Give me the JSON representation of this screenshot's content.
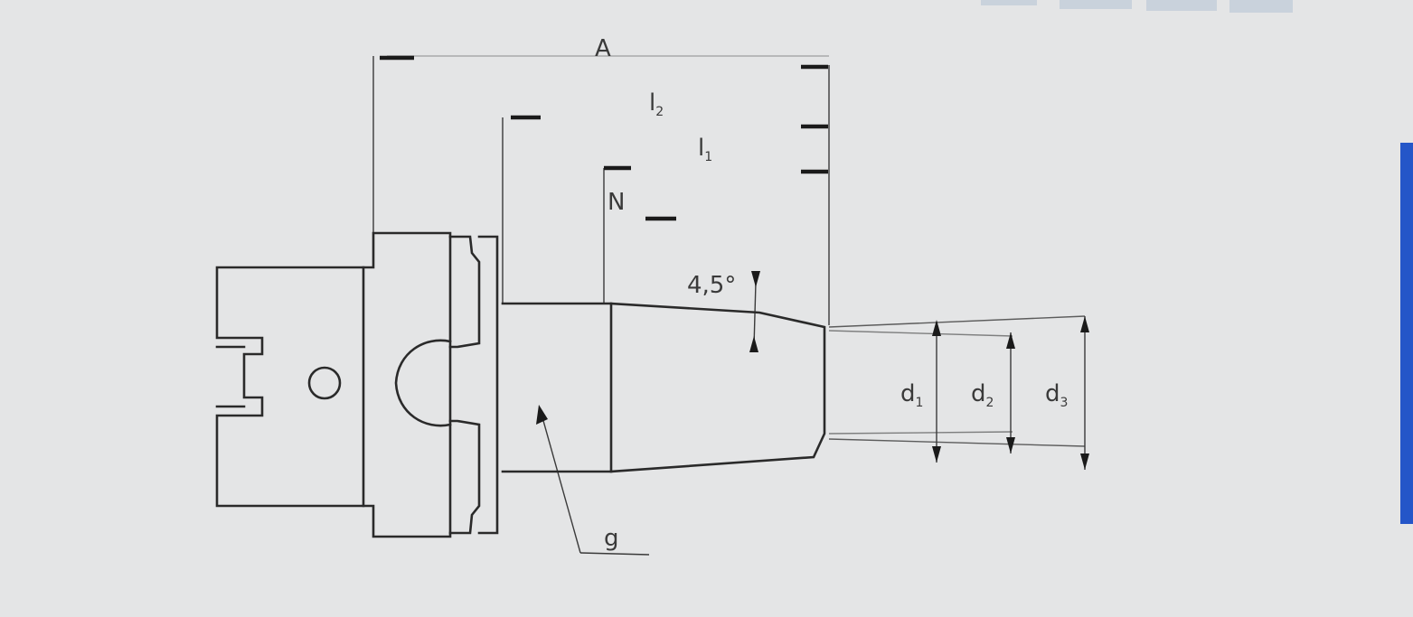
{
  "labels": {
    "A": "A",
    "l2": "l",
    "l2_sub": "2",
    "l1": "l",
    "l1_sub": "1",
    "N": "N",
    "angle": "4,5°",
    "d1": "d",
    "d1_sub": "1",
    "d2": "d",
    "d2_sub": "2",
    "d3": "d",
    "d3_sub": "3",
    "g": "g"
  },
  "colors": {
    "background": "#e4e5e6",
    "line": "#2a2a2a",
    "accent_bar": "#2456c8"
  }
}
